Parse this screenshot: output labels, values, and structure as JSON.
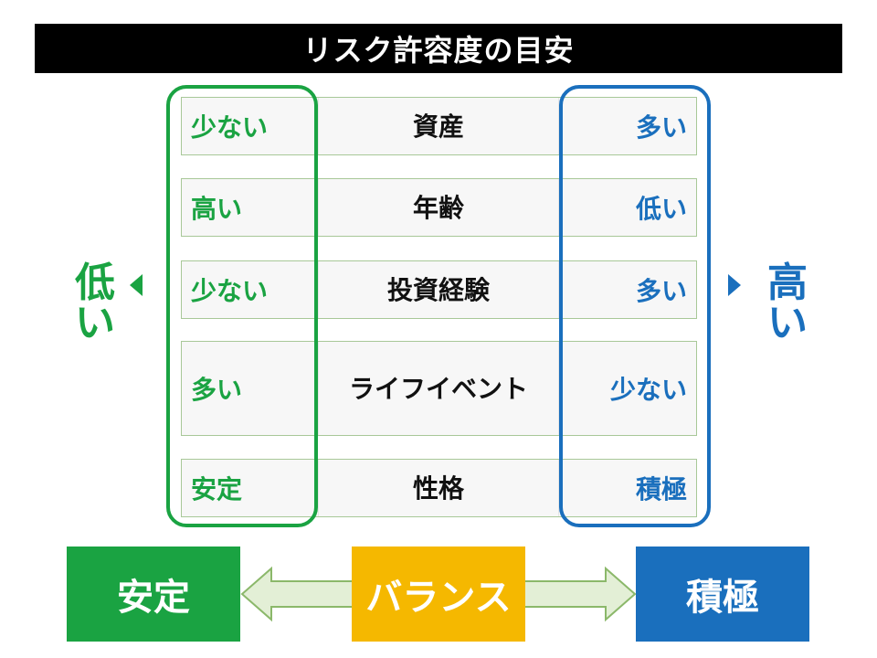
{
  "title": "リスク許容度の目安",
  "rows": [
    {
      "left": "少ない",
      "center": "資産",
      "right": "多い"
    },
    {
      "left": "高い",
      "center": "年齢",
      "right": "低い"
    },
    {
      "left": "少ない",
      "center": "投資経験",
      "right": "多い"
    },
    {
      "left": "多い",
      "center": "ライフイベント",
      "right": "少ない"
    },
    {
      "left": "安定",
      "center": "性格",
      "right": "積極"
    }
  ],
  "side_left": {
    "line1": "低",
    "line2": "い"
  },
  "side_right": {
    "line1": "高",
    "line2": "い"
  },
  "bottom": {
    "left": "安定",
    "middle": "バランス",
    "right": "積極"
  },
  "colors": {
    "green": "#1aa342",
    "blue": "#1a6fbd",
    "yellow": "#f5b800",
    "title_bg": "#000000"
  }
}
